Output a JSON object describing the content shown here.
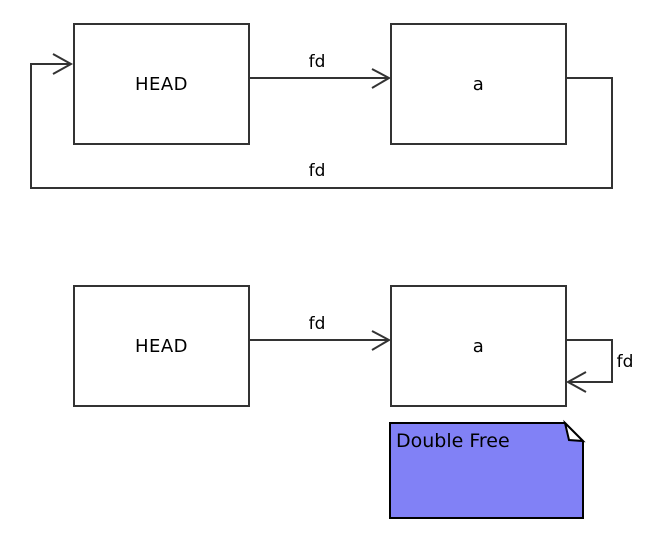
{
  "colors": {
    "line": "#333333",
    "note_fill": "#8181f6",
    "note_border": "#000000"
  },
  "top_diagram": {
    "head_label": "HEAD",
    "node_a_label": "a",
    "fd_forward_label": "fd",
    "fd_back_label": "fd"
  },
  "bottom_diagram": {
    "head_label": "HEAD",
    "node_a_label": "a",
    "fd_forward_label": "fd",
    "fd_self_label": "fd",
    "note_text": "Double Free"
  }
}
